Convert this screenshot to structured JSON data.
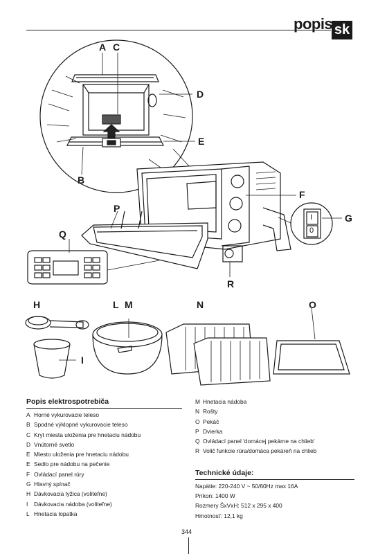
{
  "header": {
    "title": "popis",
    "lang": "sk"
  },
  "labels": {
    "A": "A",
    "C": "C",
    "D": "D",
    "E": "E",
    "B": "B",
    "F": "F",
    "G": "G",
    "P": "P",
    "Q": "Q",
    "R": "R",
    "H": "H",
    "L": "L",
    "M": "M",
    "N": "N",
    "O": "O",
    "I": "I"
  },
  "parts": {
    "heading": "Popis elektrospotrebiča",
    "left": [
      {
        "key": "A",
        "text": "Horné vykurovacie teleso"
      },
      {
        "key": "B",
        "text": "Spodné výklopné vykurovacie teleso"
      },
      {
        "key": "C",
        "text": "Kryt miesta uloženia pre hnetaciu nádobu"
      },
      {
        "key": "D",
        "text": "Vnútorné svetlo"
      },
      {
        "key": "E",
        "text": "Miesto uloženia pre hnetaciu nádobu"
      },
      {
        "key": "E",
        "text": "Sedlo pre nádobu na pečenie"
      },
      {
        "key": "F",
        "text": "Ovládací panel rúry"
      },
      {
        "key": "G",
        "text": "Hlavný spínač"
      },
      {
        "key": "H",
        "text": "Dávkovacia lyžica (voliteľne)"
      },
      {
        "key": "I",
        "text": "Dávkovacia nádoba (voliteľne)"
      },
      {
        "key": "L",
        "text": "Hnetacia lopatka"
      }
    ],
    "right": [
      {
        "key": "M",
        "text": "Hnetacia nádoba"
      },
      {
        "key": "N",
        "text": "Rošty"
      },
      {
        "key": "O",
        "text": "Pekáč"
      },
      {
        "key": "P",
        "text": "Dvierka"
      },
      {
        "key": "Q",
        "text": "Ovládací panel 'domácej pekárne na chlieb'"
      },
      {
        "key": "R",
        "text": "Volič funkcie rúra/domáca pekáreň na chlieb"
      }
    ]
  },
  "specs": {
    "heading": "Technické údaje:",
    "lines": [
      "Napätie: 220-240 V ~ 50/60Hz max 16A",
      "Príkon: 1400 W",
      "Rozmery ŠxVxH: 512 x 295 x 400",
      "Hmotnosť: 12,1 kg"
    ]
  },
  "switch": {
    "on": "I",
    "off": "0"
  },
  "page_number": "344"
}
